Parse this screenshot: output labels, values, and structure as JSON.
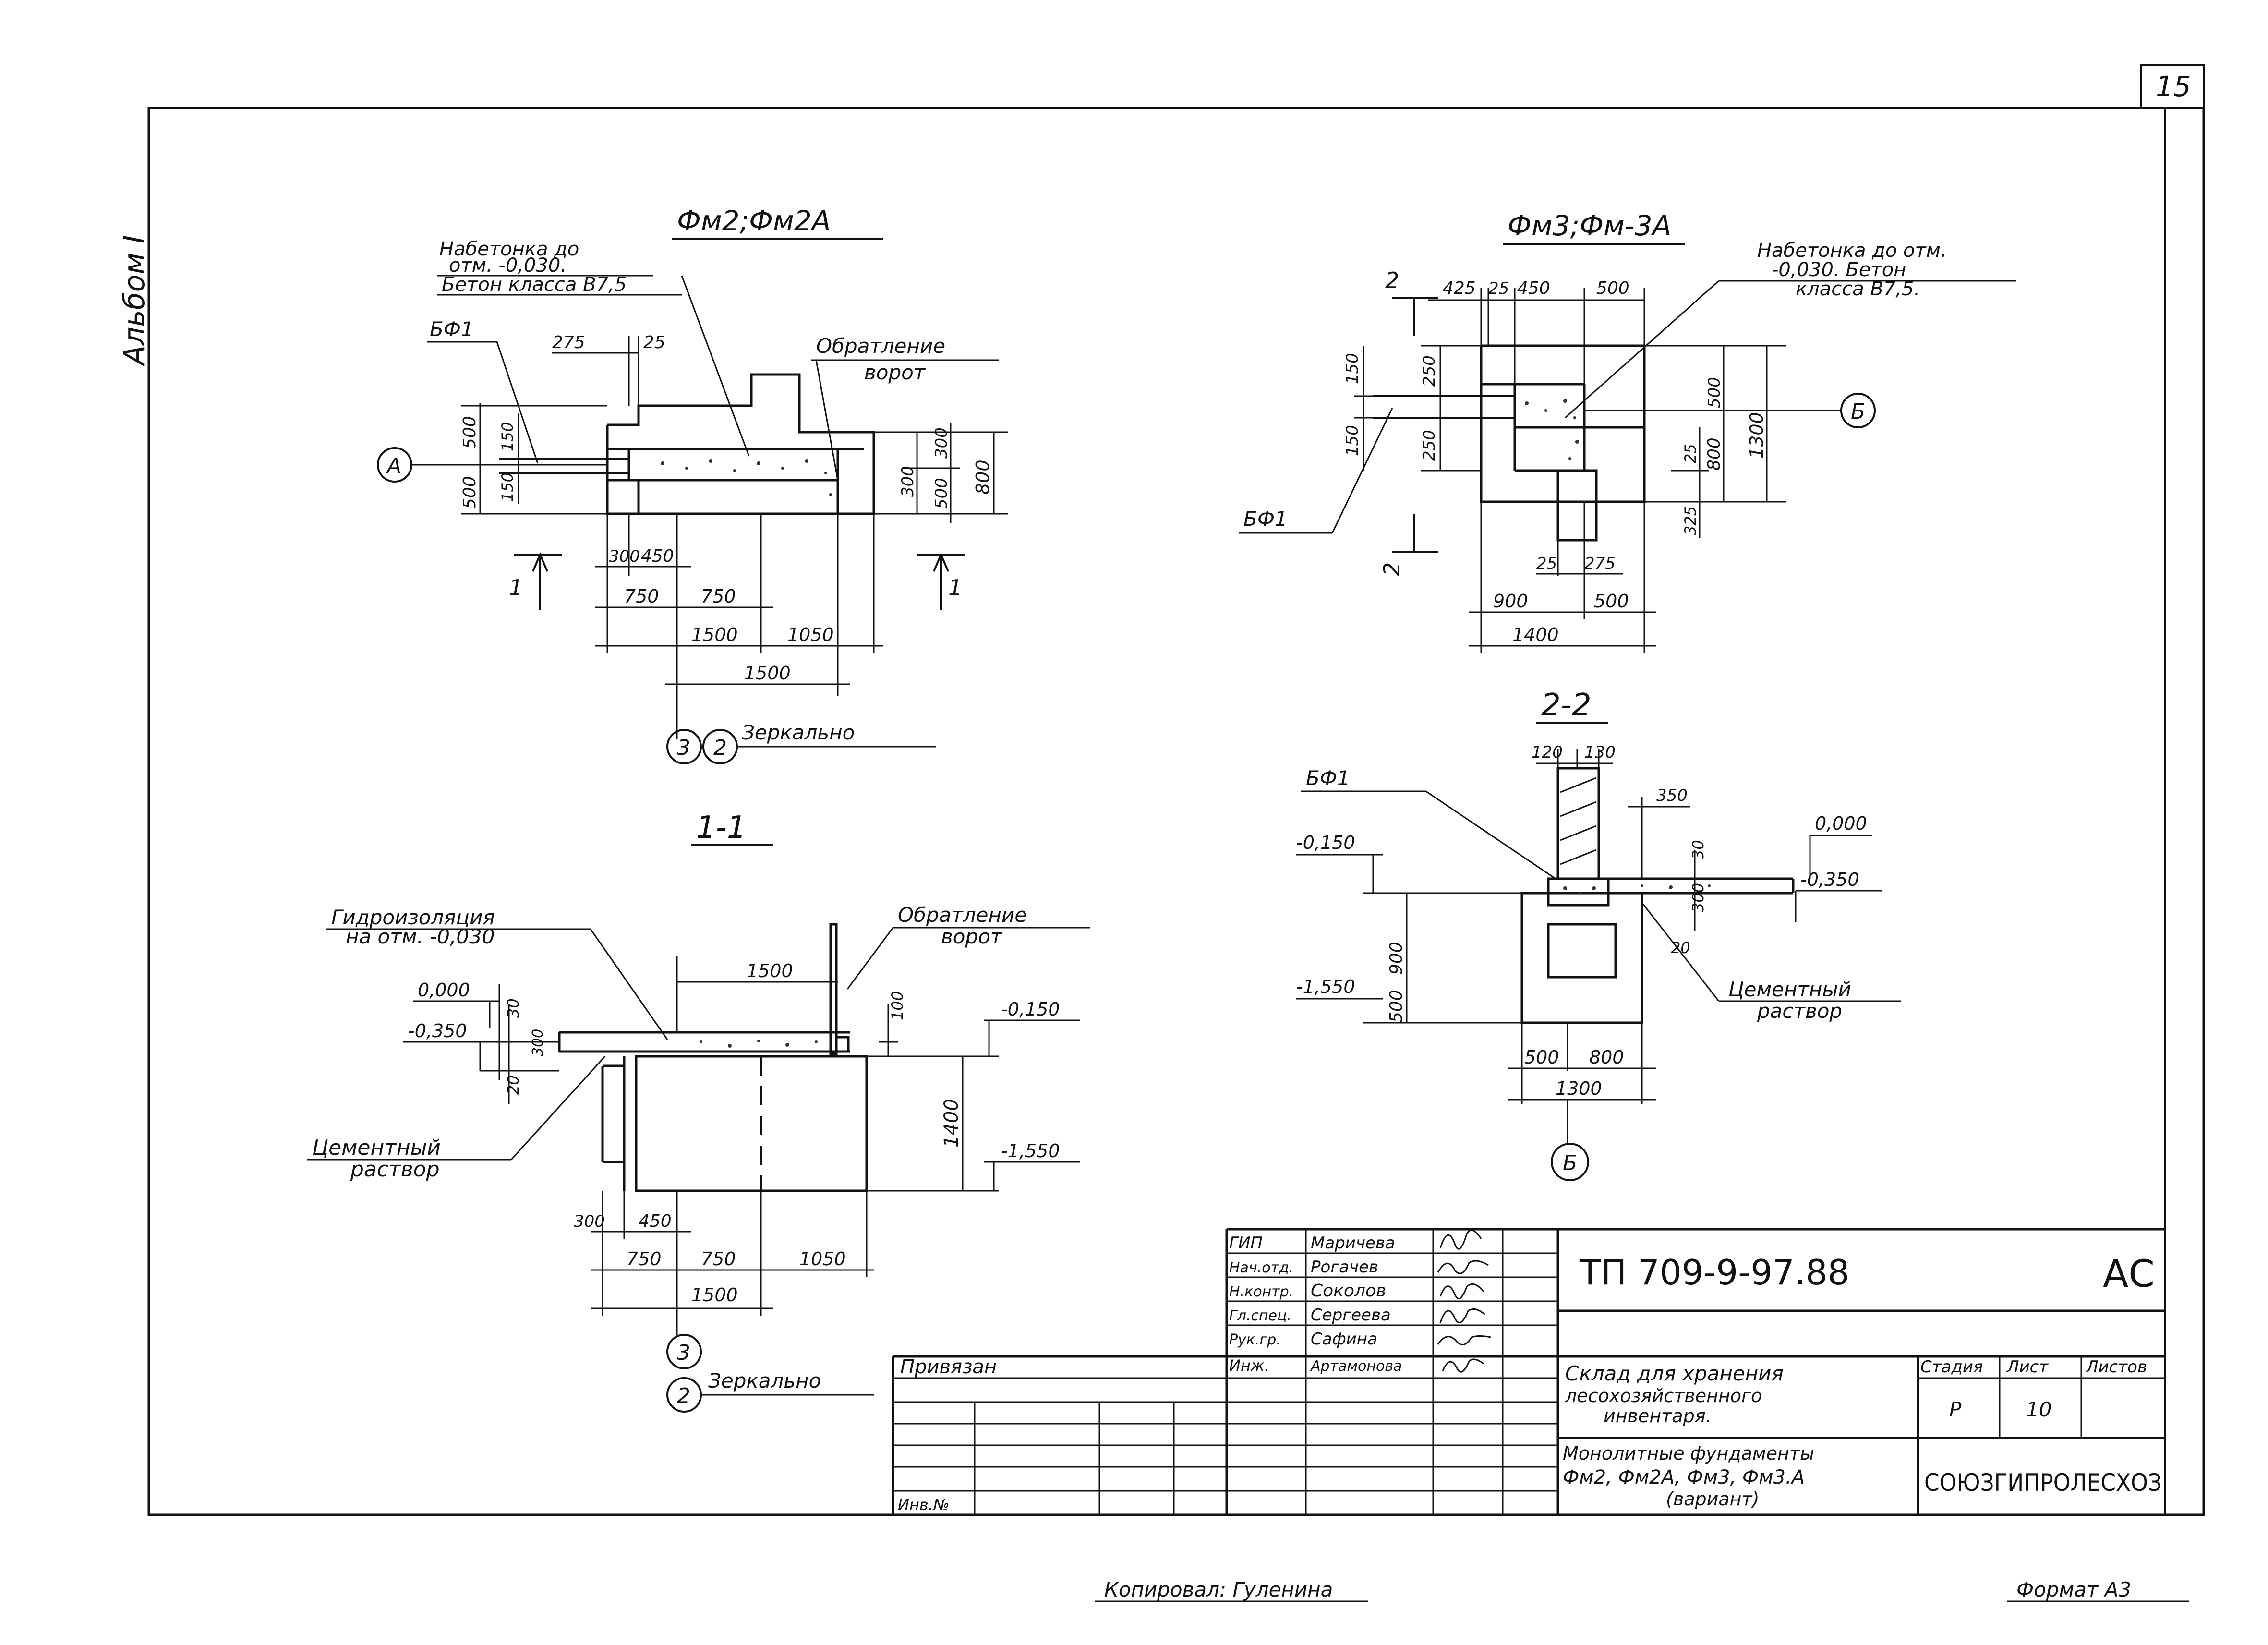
{
  "sheet": {
    "sheet_number": "15",
    "album": "Альбом I",
    "copied_by": "Копировал: Гуленина",
    "format": "Формат А3"
  },
  "plan_fm2": {
    "title": "Фм2;Фм2А",
    "note_line1": "Набетонка до",
    "note_line2": "отм. -0,030.",
    "note_line3": "Бетон класса В7,5",
    "frame_note_line1": "Обратление",
    "frame_note_line2": "ворот",
    "beam": "БФ1",
    "axis_a": "А",
    "axis_3": "3",
    "axis_2": "2",
    "mirror": "Зеркально",
    "cut": "1",
    "dims": [
      "275",
      "25",
      "500",
      "500",
      "150",
      "150",
      "300",
      "500",
      "300",
      "800",
      "300",
      "450",
      "750",
      "750",
      "1500",
      "1050",
      "1500"
    ]
  },
  "plan_fm3": {
    "title": "Фм3;Фм-3А",
    "note_line1": "Набетонка до отм.",
    "note_line2": "-0,030. Бетон",
    "note_line3": "класса В7,5.",
    "beam": "БФ1",
    "axis_b": "Б",
    "cut": "2",
    "dims": [
      "425",
      "25",
      "450",
      "500",
      "150",
      "250",
      "150",
      "250",
      "500",
      "800",
      "1300",
      "25",
      "325",
      "25",
      "275",
      "900",
      "500",
      "1400"
    ]
  },
  "section_11": {
    "title": "1-1",
    "waterproof_line1": "Гидроизоляция",
    "waterproof_line2": "на отм. -0,030",
    "frame_note_line1": "Обратление",
    "frame_note_line2": "ворот",
    "mortar_line1": "Цементный",
    "mortar_line2": "раствор",
    "axis_3": "3",
    "axis_2": "2",
    "mirror": "Зеркально",
    "levels": [
      "0,000",
      "-0,350",
      "-0,150",
      "-1,550"
    ],
    "dims": [
      "1500",
      "100",
      "30",
      "300",
      "20",
      "1400",
      "300",
      "450",
      "750",
      "750",
      "1050",
      "1500"
    ]
  },
  "section_22": {
    "title": "2-2",
    "beam": "БФ1",
    "mortar_line1": "Цементный",
    "mortar_line2": "раствор",
    "axis_b": "Б",
    "levels": [
      "-0,150",
      "-1,550",
      "0,000",
      "-0,350"
    ],
    "dims": [
      "120",
      "130",
      "350",
      "30",
      "300",
      "20",
      "900",
      "500",
      "500",
      "800",
      "1300"
    ]
  },
  "title_block": {
    "roles": [
      {
        "role": "ГИП",
        "name": "Маричева"
      },
      {
        "role": "Нач.отд.",
        "name": "Рогачев"
      },
      {
        "role": "Н.контр.",
        "name": "Соколов"
      },
      {
        "role": "Гл.спец.",
        "name": "Сергеева"
      },
      {
        "role": "Рук.гр.",
        "name": "Сафина"
      },
      {
        "role": "Инж.",
        "name": "Артамонова"
      }
    ],
    "linked": "Привязан",
    "inv_no": "Инв.№",
    "doc_code": "ТП 709-9-97.88",
    "mark": "АС",
    "object_line1": "Склад для хранения",
    "object_line2": "лесохозяйственного",
    "object_line3": "инвентаря.",
    "drawing_line1": "Монолитные фундаменты",
    "drawing_line2": "Фм2, Фм2А, Фм3, Фм3.А",
    "drawing_line3": "(вариант)",
    "stage_label": "Стадия",
    "sheet_label": "Лист",
    "sheets_label": "Листов",
    "stage": "Р",
    "sheet": "10",
    "sheets": "",
    "organization": "СОЮЗГИПРОЛЕСХОЗ"
  }
}
